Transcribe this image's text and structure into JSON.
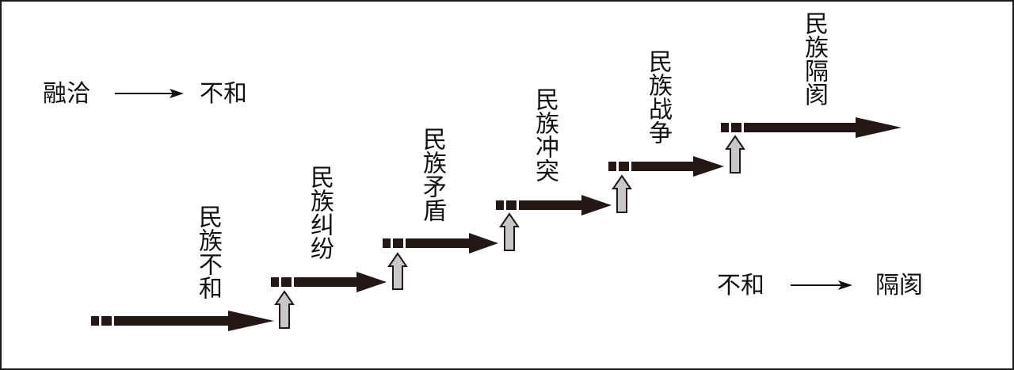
{
  "legend_top": {
    "from": "融洽",
    "to": "不和"
  },
  "legend_bottom": {
    "from": "不和",
    "to": "隔阂"
  },
  "stages": [
    {
      "label": "民族不和"
    },
    {
      "label": "民族纠纷"
    },
    {
      "label": "民族矛盾"
    },
    {
      "label": "民族冲突"
    },
    {
      "label": "民族战争"
    },
    {
      "label": "民族隔阂"
    }
  ],
  "colors": {
    "arrow": "#231815",
    "riser_fill": "#c8c8c8",
    "riser_stroke": "#231815",
    "text": "#111111"
  }
}
